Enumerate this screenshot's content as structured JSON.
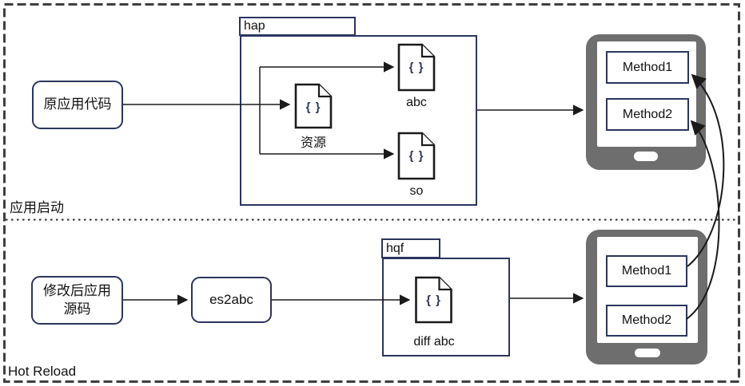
{
  "colors": {
    "navy_border": "#2b355e",
    "line_black": "#1a1a1a",
    "phone_gray": "#6e6e6e",
    "dashed_border_gray": "#3f3f3f"
  },
  "sections": {
    "launch_label": "应用启动",
    "hot_reload_label": "Hot Reload"
  },
  "launch": {
    "source_label": "原应用代码",
    "folder_tab": "hap",
    "files": {
      "res": {
        "glyph": "{ }",
        "label": "资源"
      },
      "abc": {
        "glyph": "{ }",
        "label": "abc"
      },
      "so": {
        "glyph": "{ }",
        "label": "so"
      }
    },
    "device": {
      "method1": "Method1",
      "method2": "Method2"
    }
  },
  "hot": {
    "source_line1": "修改后应用",
    "source_line2": "源码",
    "compiler_label": "es2abc",
    "folder_tab": "hqf",
    "files": {
      "diff": {
        "glyph": "{ }",
        "label": "diff abc"
      }
    },
    "device": {
      "method1": "Method1",
      "method2": "Method2"
    }
  }
}
